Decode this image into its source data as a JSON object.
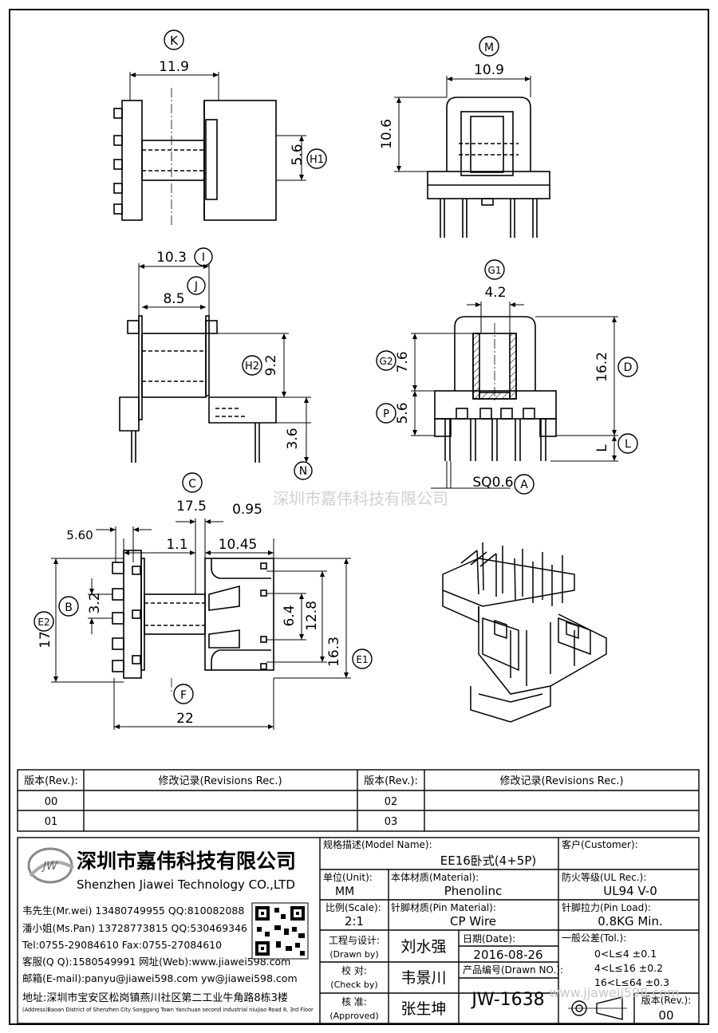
{
  "dimension_labels": {
    "k": "K",
    "k_val": "11.9",
    "h1": "H1",
    "h1_val": "5.6",
    "m": "M",
    "m_val": "10.9",
    "m_height": "10.6",
    "i": "I",
    "i_val": "10.3",
    "j": "J",
    "j_val": "8.5",
    "h2": "H2",
    "h2_val": "9.2",
    "n": "N",
    "n_val": "3.6",
    "g1": "G1",
    "g1_val": "4.2",
    "g2": "G2",
    "g2_val": "7.6",
    "p": "P",
    "p_val": "5.6",
    "d": "D",
    "d_val": "16.2",
    "l": "L",
    "l_val": "L",
    "a": "A",
    "sq": "SQ0.6",
    "c": "C",
    "c_val1": "17.5",
    "c_val2": "0.95",
    "c_val3": "1.1",
    "c_val4": "10.45",
    "b": "B",
    "b_val": "3.2",
    "five_sixty": "5.60",
    "e2": "E2",
    "e2_val": "17",
    "e1": "E1",
    "e1_val": "16.3",
    "inner64": "6.4",
    "inner128": "12.8",
    "f": "F",
    "f_val": "22"
  },
  "watermark": "深圳市嘉伟科技有限公司",
  "watermark_url": "www.jjaweij598.com",
  "revision_table": {
    "headers": [
      "版本(Rev.):",
      "修改记录(Revisions Rec.)",
      "版本(Rev.):",
      "修改记录(Revisions Rec.)"
    ],
    "rows": [
      [
        "00",
        "",
        "02",
        ""
      ],
      [
        "01",
        "",
        "03",
        ""
      ]
    ]
  },
  "company": {
    "logo_text": "JW",
    "name_cn": "深圳市嘉伟科技有限公司",
    "name_en": "Shenzhen Jiawei Technology CO.,LTD",
    "contacts": [
      "韦先生(Mr.wei) 13480749955 QQ:810082088",
      "潘小姐(Ms.Pan) 13728773815 QQ:530469346",
      "Tel:0755-29084610     Fax:0755-27084610",
      "客服(Q Q):1580549991   网址(Web):www.jiawei598.com",
      "邮箱(E-mail):panyu@jiawei598.com   yw@jiawei598.com"
    ],
    "address_cn": "地址:深圳市宝安区松岗镇燕川社区第二工业牛角路8栋3楼",
    "address_en": "(Address)Baoan District of Shenzhen City Songgang Town Yanchuan  second industrial niujiao Road 8, 3rd Floor"
  },
  "title_block": {
    "model_label": "规格描述(Model Name):",
    "model_value": "EE16卧式(4+5P)",
    "customer_label": "客户(Customer):",
    "unit_label": "单位(Unit):",
    "unit_value": "MM",
    "material_label": "本体材质(Material):",
    "material_value": "Phenolinc",
    "ul_label": "防火等级(UL Rec.):",
    "ul_value": "UL94 V-0",
    "scale_label": "比例(Scale):",
    "scale_value": "2:1",
    "pin_material_label": "针脚材质(Pin Material):",
    "pin_material_value": "CP Wire",
    "pin_load_label": "针脚拉力(Pin Load):",
    "pin_load_value": "0.8KG Min.",
    "drawn_label": "工程与设计:",
    "drawn_label_en": "(Drawn by)",
    "drawn_value": "刘水强",
    "date_label": "日期(Date):",
    "date_value": "2016-08-26",
    "tol_label": "一般公差(Tol.):",
    "tol_rows": [
      "0<L≤4    ±0.1",
      "4<L≤16   ±0.2",
      "16<L≤64  ±0.3"
    ],
    "check_label": "校  对:",
    "check_label_en": "(Check by)",
    "check_value": "韦景川",
    "drawn_no_label": "产品编号(Drawn NO.):",
    "drawn_no_value": "JW-1638",
    "approved_label": "核  准:",
    "approved_label_en": "(Approved)",
    "approved_value": "张生坤",
    "rev_label": "版本(Rev.):",
    "rev_value": "00"
  }
}
